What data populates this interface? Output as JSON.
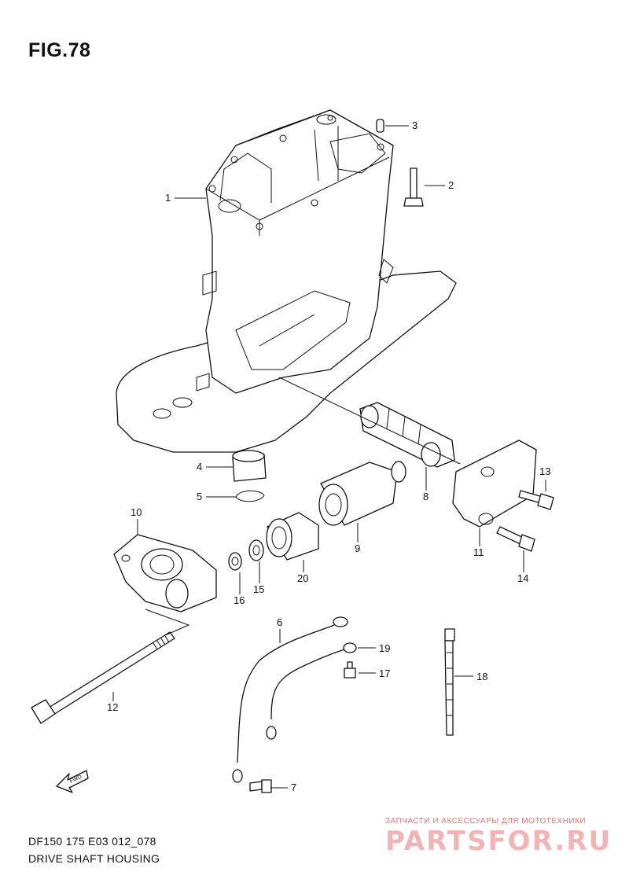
{
  "figure": {
    "title": "FIG.78"
  },
  "callouts": [
    {
      "id": 1,
      "label": "1"
    },
    {
      "id": 2,
      "label": "2"
    },
    {
      "id": 3,
      "label": "3"
    },
    {
      "id": 4,
      "label": "4"
    },
    {
      "id": 5,
      "label": "5"
    },
    {
      "id": 6,
      "label": "6"
    },
    {
      "id": 7,
      "label": "7"
    },
    {
      "id": 8,
      "label": "8"
    },
    {
      "id": 9,
      "label": "9"
    },
    {
      "id": 10,
      "label": "10"
    },
    {
      "id": 11,
      "label": "11"
    },
    {
      "id": 12,
      "label": "12"
    },
    {
      "id": 13,
      "label": "13"
    },
    {
      "id": 14,
      "label": "14"
    },
    {
      "id": 15,
      "label": "15"
    },
    {
      "id": 16,
      "label": "16"
    },
    {
      "id": 17,
      "label": "17"
    },
    {
      "id": 18,
      "label": "18"
    },
    {
      "id": 19,
      "label": "19"
    },
    {
      "id": 20,
      "label": "20"
    }
  ],
  "direction_marker": "FWD",
  "footer": {
    "code": "DF150 175 E03 012_078",
    "title": "DRIVE SHAFT HOUSING"
  },
  "watermark": {
    "subtitle": "ЗАПЧАСТИ И АКСЕССУАРЫ ДЛЯ МОТОТЕХНИКИ",
    "brand": "PARTSFOR.RU"
  }
}
